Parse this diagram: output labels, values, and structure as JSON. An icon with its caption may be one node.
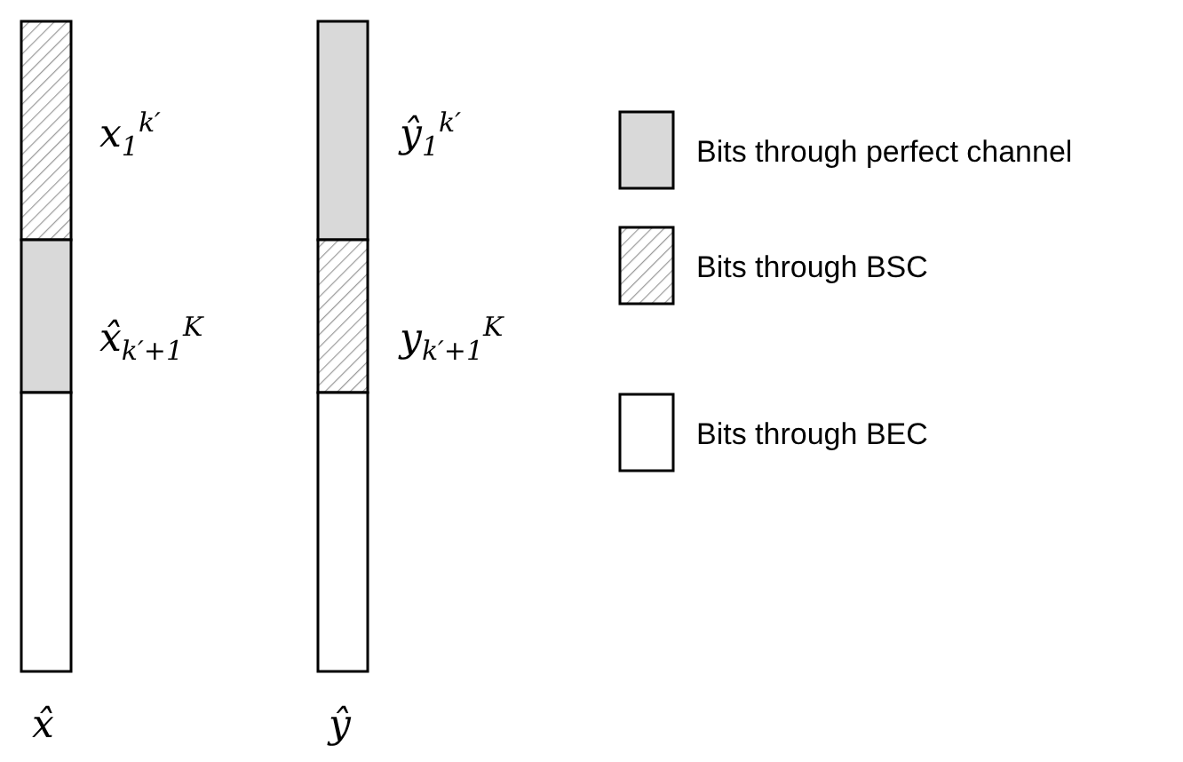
{
  "diagram": {
    "labels": [
      "x$_{1}$$^{k′}$",
      "x̂$_{k′+1}$$^{K}$",
      "ŷ$_{1}$$^{k′}$",
      "y$_{k′+1}$$^{K}$",
      "x̂",
      "ŷ"
    ],
    "legend": [
      {
        "text": "Bits through perfect channel",
        "color": "#d9d9d9"
      },
      {
        "text": "Bits through BSC"
      },
      {
        "text": "Bits through BEC",
        "color": "#ffffff"
      }
    ]
  }
}
